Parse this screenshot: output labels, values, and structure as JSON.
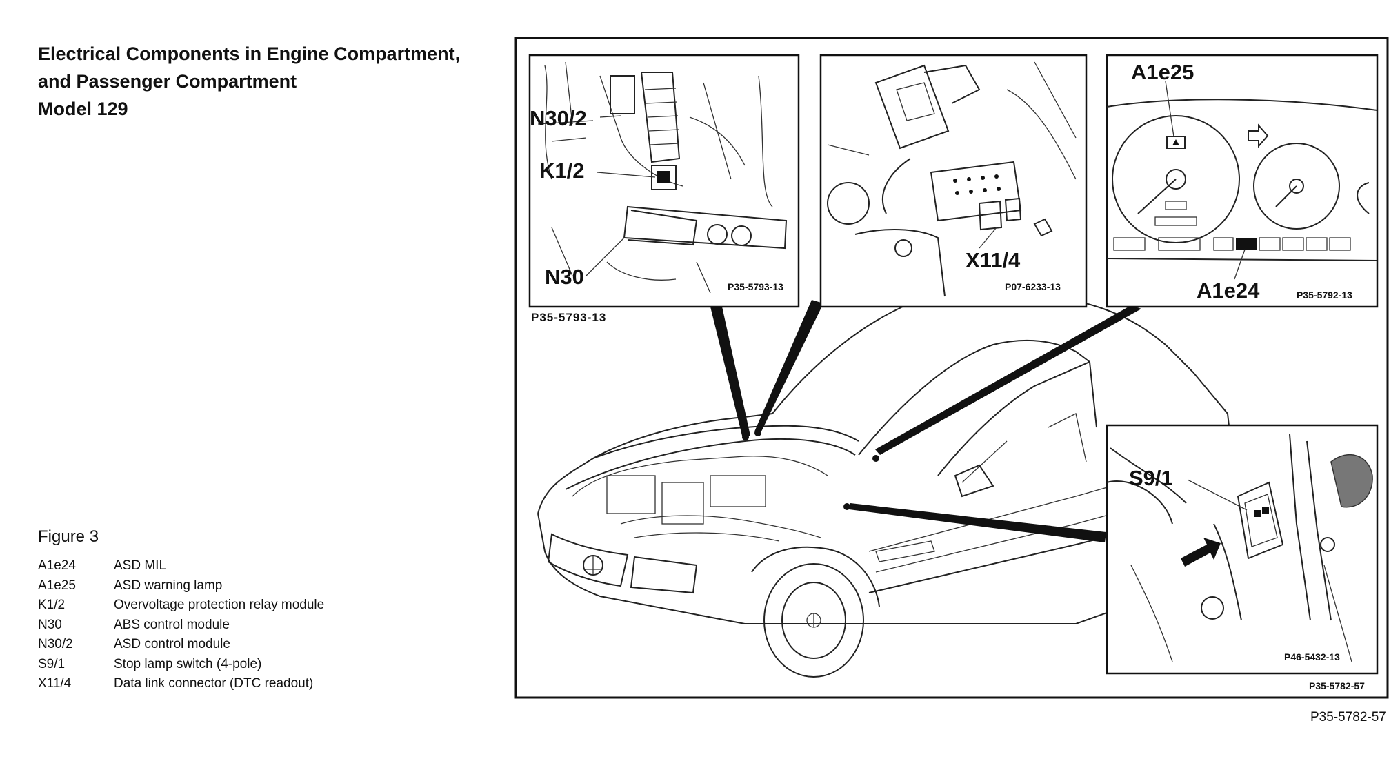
{
  "title": {
    "line1": "Electrical Components in Engine Compartment,",
    "line2": "and Passenger Compartment",
    "line3": "Model 129"
  },
  "figure": {
    "label": "Figure 3",
    "legend": [
      {
        "code": "A1e24",
        "desc": "ASD MIL"
      },
      {
        "code": "A1e25",
        "desc": "ASD warning lamp"
      },
      {
        "code": "K1/2",
        "desc": "Overvoltage protection relay module"
      },
      {
        "code": "N30",
        "desc": "ABS control module"
      },
      {
        "code": "N30/2",
        "desc": "ASD control module"
      },
      {
        "code": "S9/1",
        "desc": "Stop lamp switch (4-pole)"
      },
      {
        "code": "X11/4",
        "desc": "Data link connector (DTC readout)"
      }
    ]
  },
  "diagram": {
    "inset1": {
      "callout_n302": "N30/2",
      "callout_k12": "K1/2",
      "callout_n30": "N30",
      "ref_inner": "P35-5793-13",
      "ref_below": "P35-5793-13"
    },
    "inset2": {
      "callout_x114": "X11/4",
      "ref": "P07-6233-13"
    },
    "inset3": {
      "callout_a1e25": "A1e25",
      "callout_a1e24": "A1e24",
      "ref": "P35-5792-13"
    },
    "inset4": {
      "callout_s91": "S9/1",
      "ref": "P46-5432-13"
    },
    "main_ref": "P35-5782-57"
  },
  "footer_ref": "P35-5782-57"
}
